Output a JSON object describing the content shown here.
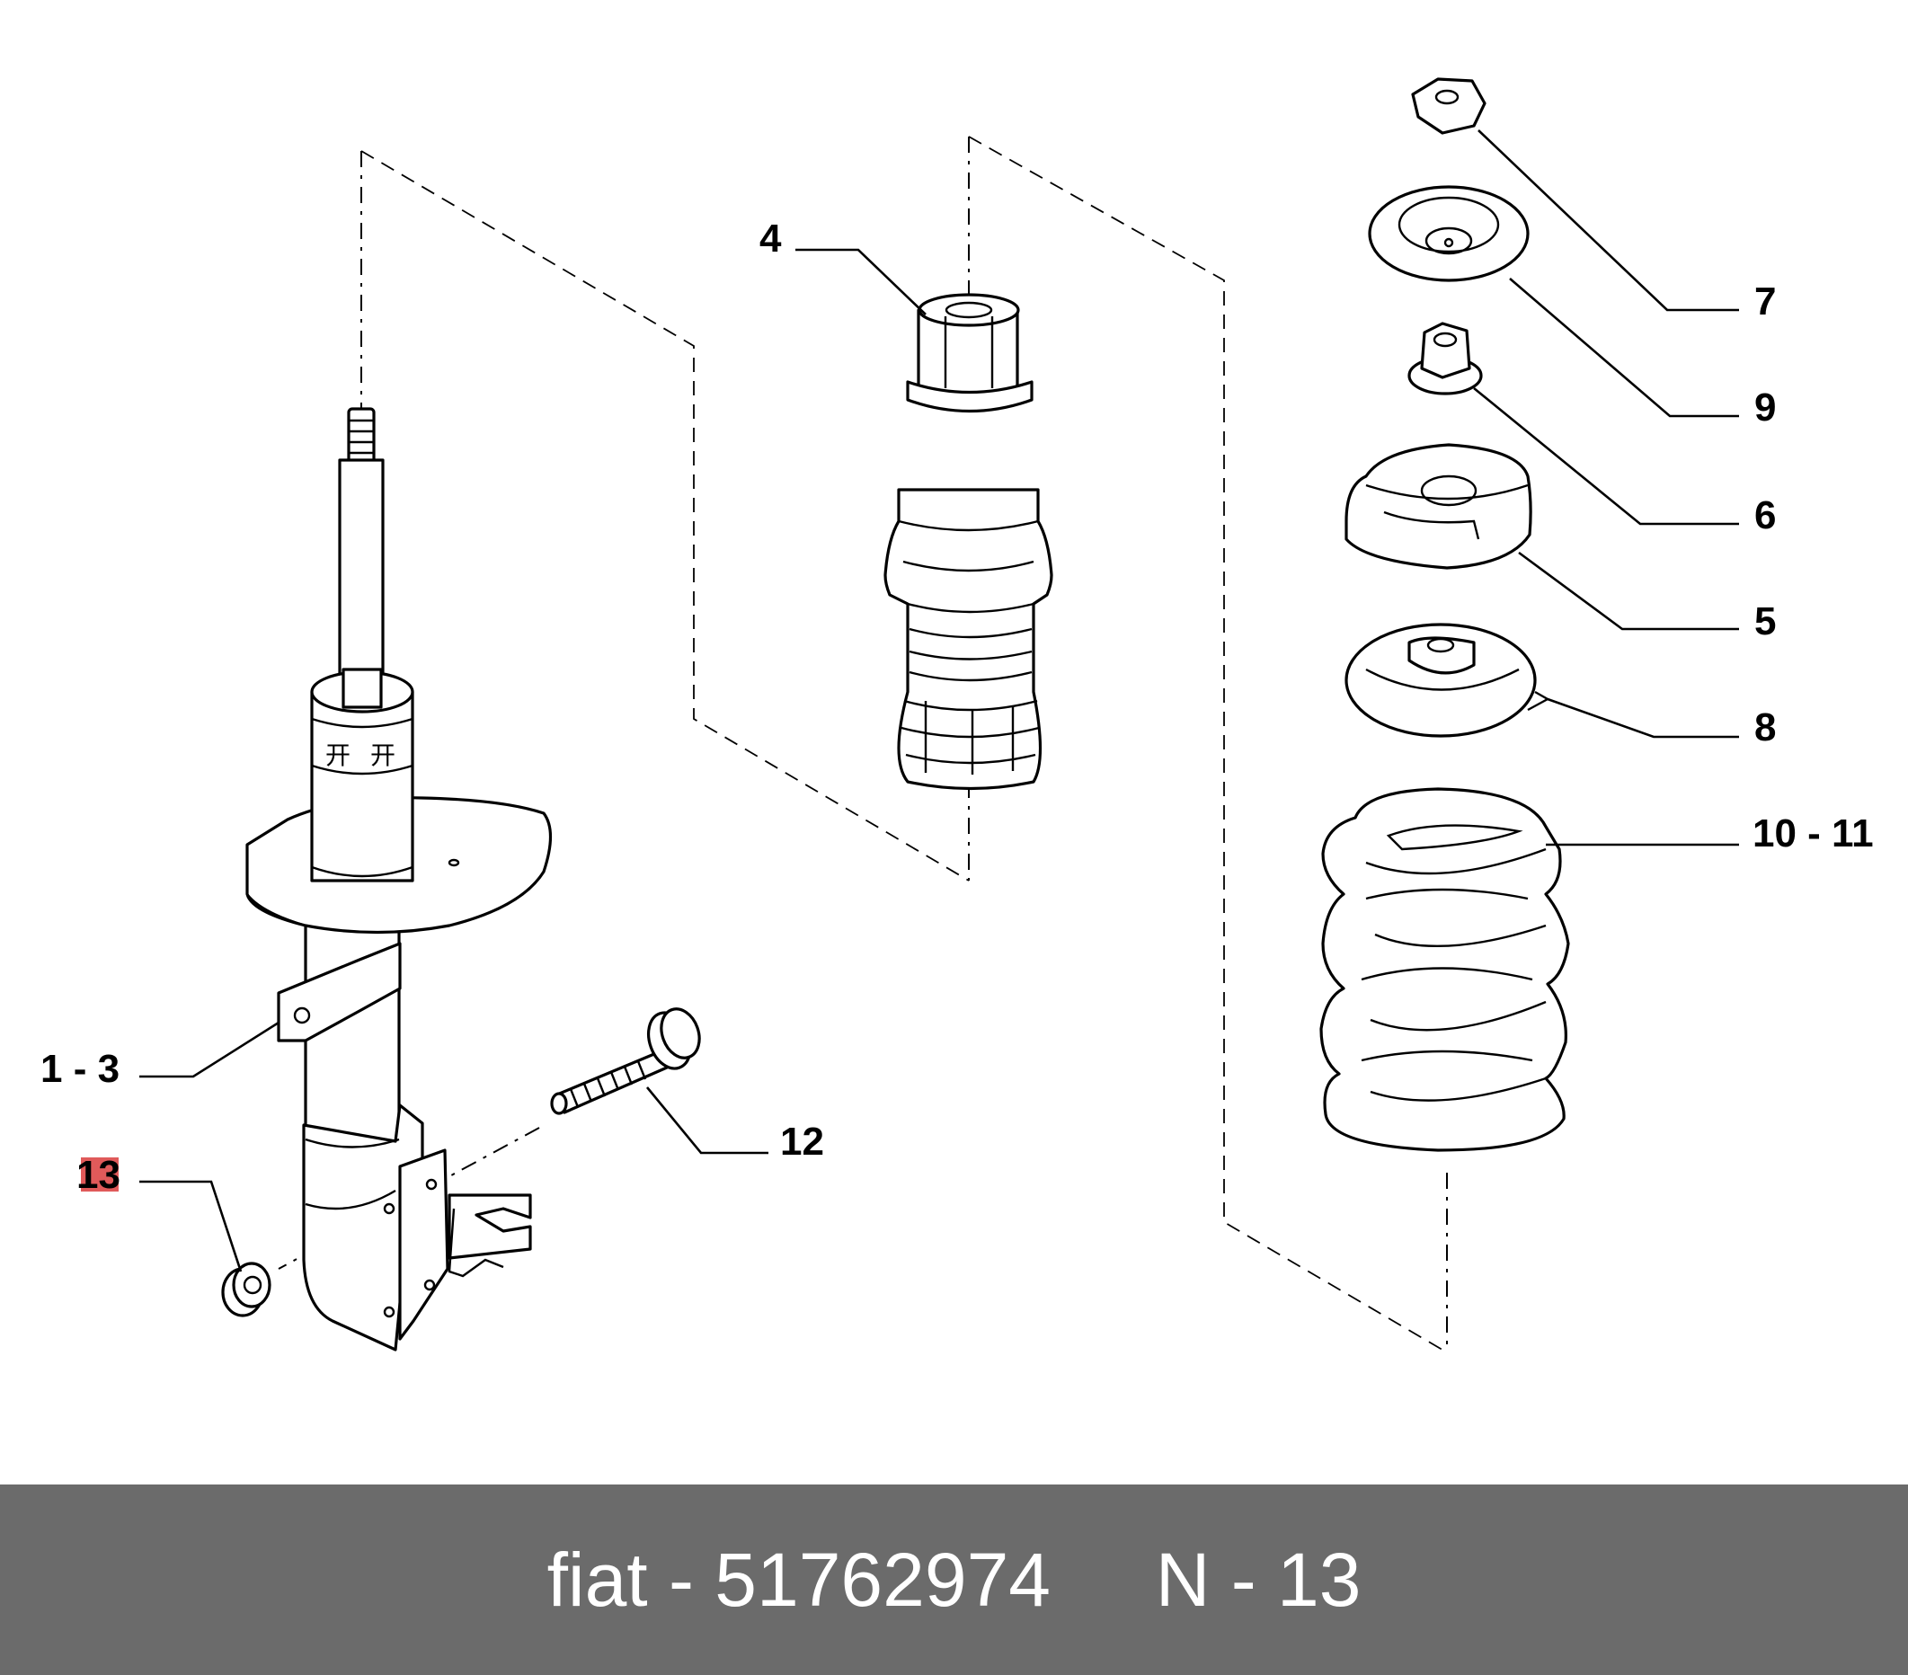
{
  "diagram": {
    "callouts": {
      "c1_3": "1 - 3",
      "c4": "4",
      "c5": "5",
      "c6": "6",
      "c7": "7",
      "c8": "8",
      "c9": "9",
      "c10_11": "10 - 11",
      "c12": "12",
      "c13": "13"
    },
    "highlight_color": "#e05a5a",
    "highlighted_callout": "13"
  },
  "footer": {
    "text": "fiat - 51762974     N - 13",
    "background": "#6b6b6b",
    "color": "#ffffff"
  }
}
